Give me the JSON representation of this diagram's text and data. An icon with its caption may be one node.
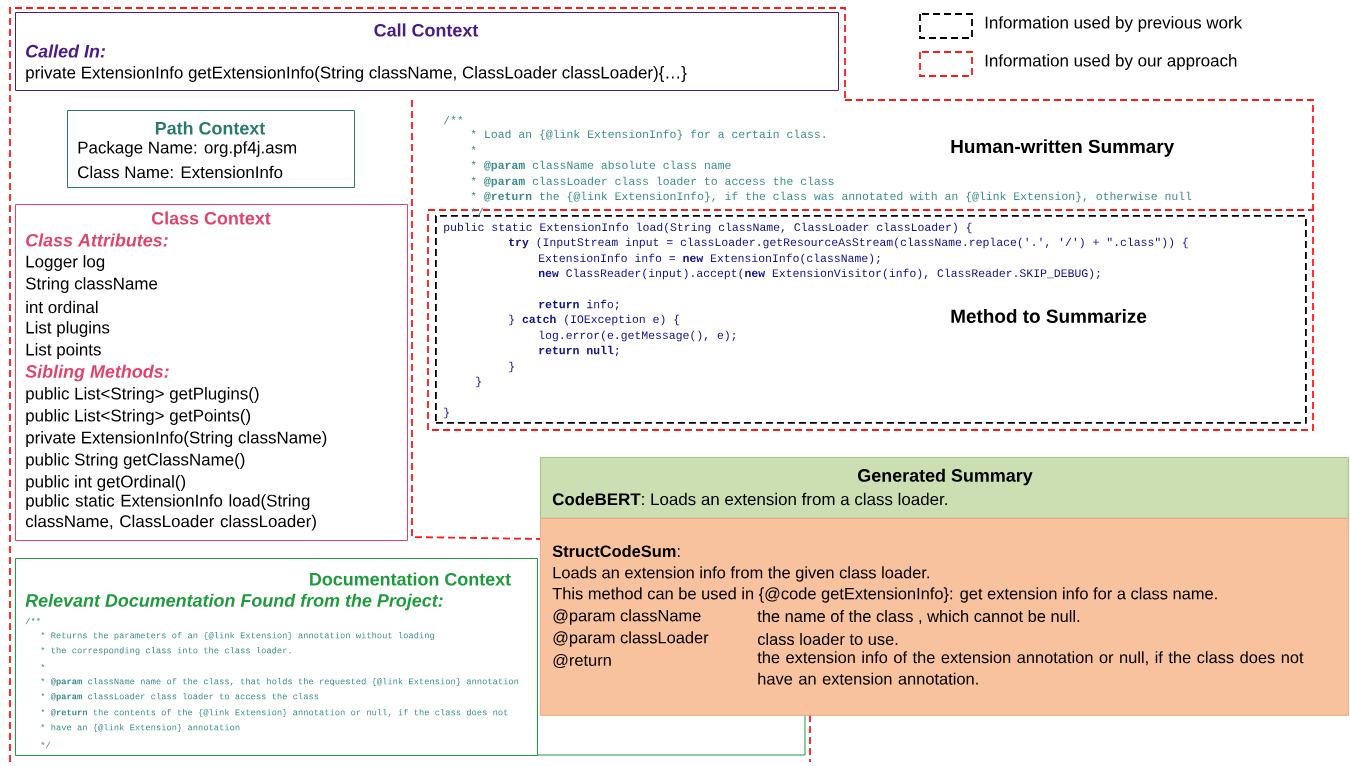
{
  "diagram": {
    "nodes": [
      {
        "text": [
          "Call Context",
          "Called In:",
          "private ExtensionInfo getExtensionInfo(String className, ClassLoader classLoader){…}"
        ]
      },
      {
        "text": [
          "Path Context",
          "Package Name: org.pf4j.asm",
          "Class Name: ExtensionInfo"
        ]
      },
      {
        "text": [
          "Class Context",
          "Class Attributes:",
          "Logger log",
          "String className",
          "int ordinal",
          "List plugins",
          "List points",
          "Sibling Methods:",
          "public List<String> getPlugins()",
          "public List<String> getPoints()",
          "private ExtensionInfo(String className)",
          "public String getClassName()",
          "public int getOrdinal()",
          "public static ExtensionInfo load(String className, ClassLoader classLoader)"
        ]
      },
      {
        "text": [
          "Documentation Context",
          "Relevant Documentation Found from the Project:",
          "/**",
          "* Returns the parameters of an {@link Extension} annotation without loading",
          "* the corresponding class into the class loader.",
          "*",
          "* **@param** className name of the class, that holds the requested {@link Extension} annotation",
          "* **@param** classLoader class loader to access the class",
          "* **@return** the contents of the {@link Extension} annotation or null, if the class does not",
          "* have an {@link Extension} annotation",
          "*/"
        ]
      },
      {
        "text": [
          "public static ExtensionInfo load(String className, ClassLoader classLoader) {",
          "**try** (InputStream input = classLoader.getResourceAsStream(className.replace('.', '/') + \".class\")) {",
          "ExtensionInfo info = **new** ExtensionInfo(className);",
          "**new** ClassReader(input).accept(**new** ExtensionVisitor(info), ClassReader.SKIP_DEBUG);",
          "**return** info;",
          "} **catch** (IOException e) {",
          "log.error(e.getMessage(), e);",
          "**return null**;",
          "}",
          "}",
          "}",
          "Method to Summarize"
        ]
      },
      {
        "text": [
          "Generated Summary",
          "**CodeBERT**: Loads an extension from a class loader."
        ]
      },
      {
        "text": [
          "**StructCodeSum**:",
          "Loads an extension info from the given class loader.",
          "This method can be used in {@code getExtensionInfo}: get extension info for a class name.",
          "@param className",
          "the name of the class , which cannot be null.",
          "@param classLoader",
          "class loader to use.",
          "@return",
          "the extension info of the extension annotation or null, if the class does not have an extension annotation."
        ]
      }
    ],
    "labels": [
      "/**",
      "* Load an {@link ExtensionInfo} for a certain class.",
      "*",
      "Human-written Summary",
      "* **@param** className absolute class name",
      "* **@param** classLoader class loader to access the class",
      "* **@return** the {@link ExtensionInfo}, if the class was annotated with an {@link Extension}, otherwise null",
      "*/"
    ],
    "legend": [
      {
        "text": "Information used by previous work"
      },
      {
        "text": "Information used by our approach"
      }
    ]
  }
}
